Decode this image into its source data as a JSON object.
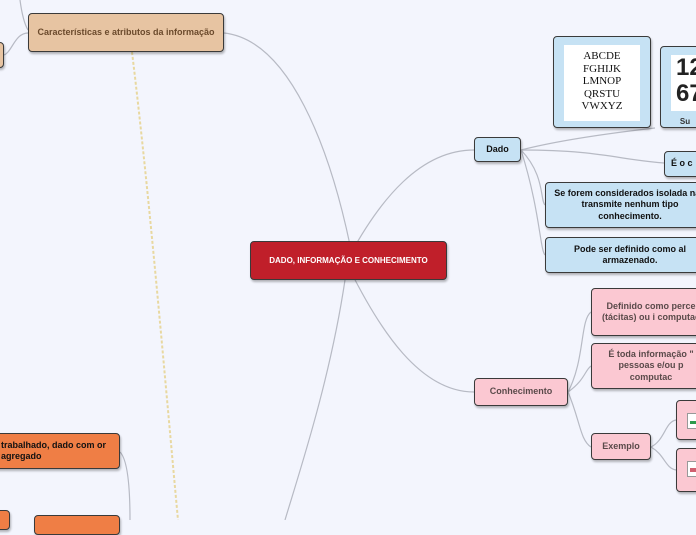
{
  "central": {
    "label": "DADO, INFORMAÇÃO E CONHECIMENTO"
  },
  "caracteristicas": {
    "label": "Características e atributos da informação"
  },
  "dado": {
    "label": "Dado",
    "letters_image": {
      "rows": [
        "ABCDE",
        "FGHIJK",
        "LMNOP",
        "QRSTU",
        "VWXYZ"
      ]
    },
    "numbers_image": {
      "rows": [
        "12",
        "67"
      ],
      "caption": "Su"
    },
    "children": [
      "É o c",
      "Se forem considerados isolada não transmite nenhum tipo conhecimento.",
      "Pode ser definido como al armazenado."
    ]
  },
  "conhecimento": {
    "label": "Conhecimento",
    "children": [
      "Definido como perce (tácitas) ou i computac",
      "É toda informação \" pessoas e/ou p computac"
    ],
    "exemplo": {
      "label": "Exemplo"
    }
  },
  "left_nodes": {
    "informacao_text": "trabalhado, dado com or agregado"
  },
  "colors": {
    "central": "#c01f2a",
    "blue": "#c6e2f4",
    "pink": "#fbc8d2",
    "tan": "#e7c4a2",
    "orange": "#ef7e45"
  }
}
